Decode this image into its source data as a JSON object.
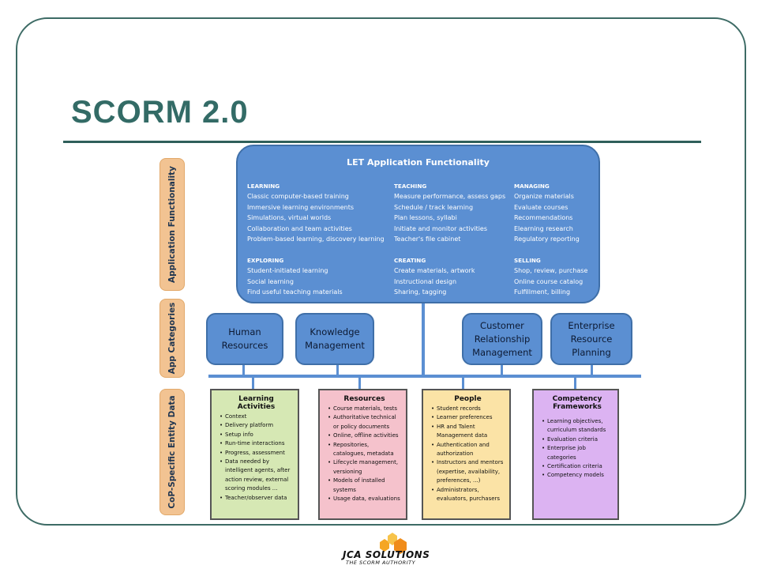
{
  "slide": {
    "title": "SCORM 2.0",
    "colors": {
      "title": "#336b66",
      "frame": "#3d6b65",
      "accent_blue": "#5b8fd2",
      "side_label": "#f2c392"
    }
  },
  "side_labels": [
    {
      "label": "Application Functionality"
    },
    {
      "label": "App Categories"
    },
    {
      "label": "CoP-Specific Entity Data"
    }
  ],
  "let": {
    "title": "LET Application Functionality",
    "groups": [
      {
        "heading": "LEARNING",
        "items": [
          "Classic computer-based training",
          "Immersive learning environments",
          "Simulations, virtual worlds",
          "Collaboration and team activities",
          "Problem-based learning, discovery learning"
        ]
      },
      {
        "heading": "TEACHING",
        "items": [
          "Measure performance, assess gaps",
          "Schedule / track learning",
          "Plan lessons, syllabi",
          "Initiate and monitor activities",
          "Teacher's file cabinet"
        ]
      },
      {
        "heading": "MANAGING",
        "items": [
          "Organize materials",
          "Evaluate courses",
          "Recommendations",
          "Elearning research",
          "Regulatory reporting"
        ]
      },
      {
        "heading": "EXPLORING",
        "items": [
          "Student-initiated learning",
          "Social learning",
          "Find useful teaching materials"
        ]
      },
      {
        "heading": "CREATING",
        "items": [
          "Create materials, artwork",
          "Instructional design",
          "Sharing, tagging"
        ]
      },
      {
        "heading": "SELLING",
        "items": [
          "Shop, review, purchase",
          "Online course catalog",
          "Fulfillment, billing"
        ]
      }
    ]
  },
  "categories": [
    {
      "lines": [
        "Human",
        "Resources"
      ]
    },
    {
      "lines": [
        "Knowledge",
        "Management"
      ]
    },
    {
      "lines": [
        "Customer",
        "Relationship",
        "Management"
      ]
    },
    {
      "lines": [
        "Enterprise",
        "Resource",
        "Planning"
      ]
    }
  ],
  "entities": [
    {
      "title": "Learning Activities",
      "color": "#d6e8b4",
      "items": [
        "Context",
        "Delivery platform",
        "Setup info",
        "Run-time interactions",
        "Progress, assessment",
        "Data needed by intelligent agents, after action review, external scoring modules ...",
        "Teacher/observer data"
      ]
    },
    {
      "title": "Resources",
      "color": "#f5c2cc",
      "items": [
        "Course materials, tests",
        "Authoritative technical or policy documents",
        "Online, offline activities",
        "Repositories, catalogues, metadata",
        "Lifecycle management, versioning",
        "Models of installed systems",
        "Usage data, evaluations"
      ]
    },
    {
      "title": "People",
      "color": "#fbe3a6",
      "items": [
        "Student records",
        "Learner preferences",
        "HR and Talent Management data",
        "Authentication and authorization",
        "Instructors and mentors (expertise, availability, preferences, ...)",
        "Administrators, evaluators, purchasers"
      ]
    },
    {
      "title": "Competency Frameworks",
      "color": "#dcb3f2",
      "items": [
        "Learning objectives, curriculum standards",
        "Evaluation criteria",
        "Enterprise job categories",
        "Certification criteria",
        "Competency models"
      ]
    }
  ],
  "logo": {
    "name": "JCA SOLUTIONS",
    "tagline": "THE SCORM AUTHORITY"
  }
}
